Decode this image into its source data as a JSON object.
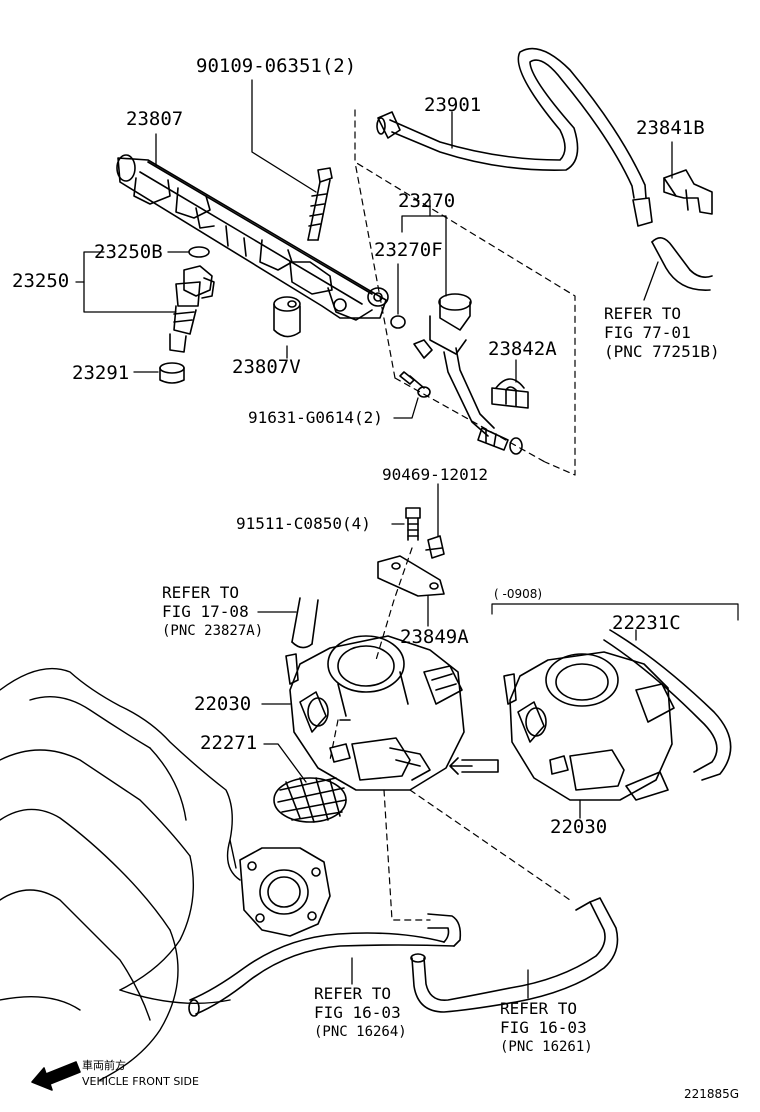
{
  "parts": {
    "p_9010906351": "90109-06351(2)",
    "p_23807": "23807",
    "p_23901": "23901",
    "p_23841B": "23841B",
    "p_23270": "23270",
    "p_23250B": "23250B",
    "p_23270F": "23270F",
    "p_23250": "23250",
    "p_23842A": "23842A",
    "p_23291": "23291",
    "p_23807V": "23807V",
    "p_91631G0614": "91631-G0614(2)",
    "p_9046912012": "90469-12012",
    "p_91511C0850": "91511-C0850(4)",
    "p_23849A": "23849A",
    "p_22231C": "22231C",
    "p_22030_a": "22030",
    "p_22271": "22271",
    "p_22030_b": "22030"
  },
  "refs": {
    "fig77": {
      "l1": "REFER TO",
      "l2": "FIG 77-01",
      "l3": "(PNC 77251B)"
    },
    "fig17": {
      "l1": "REFER TO",
      "l2": "FIG 17-08",
      "l3": "(PNC 23827A)"
    },
    "fig16a": {
      "l1": "REFER TO",
      "l2": "FIG 16-03",
      "l3": "(PNC 16264)"
    },
    "fig16b": {
      "l1": "REFER TO",
      "l2": "FIG 16-03",
      "l3": "(PNC 16261)"
    }
  },
  "date_range": "(      -0908)",
  "footer": {
    "front_side_jp": "車両前方",
    "front_side_en": "VEHICLE FRONT SIDE",
    "figure_id": "221885G"
  },
  "colors": {
    "line": "#000000",
    "background": "#ffffff"
  }
}
